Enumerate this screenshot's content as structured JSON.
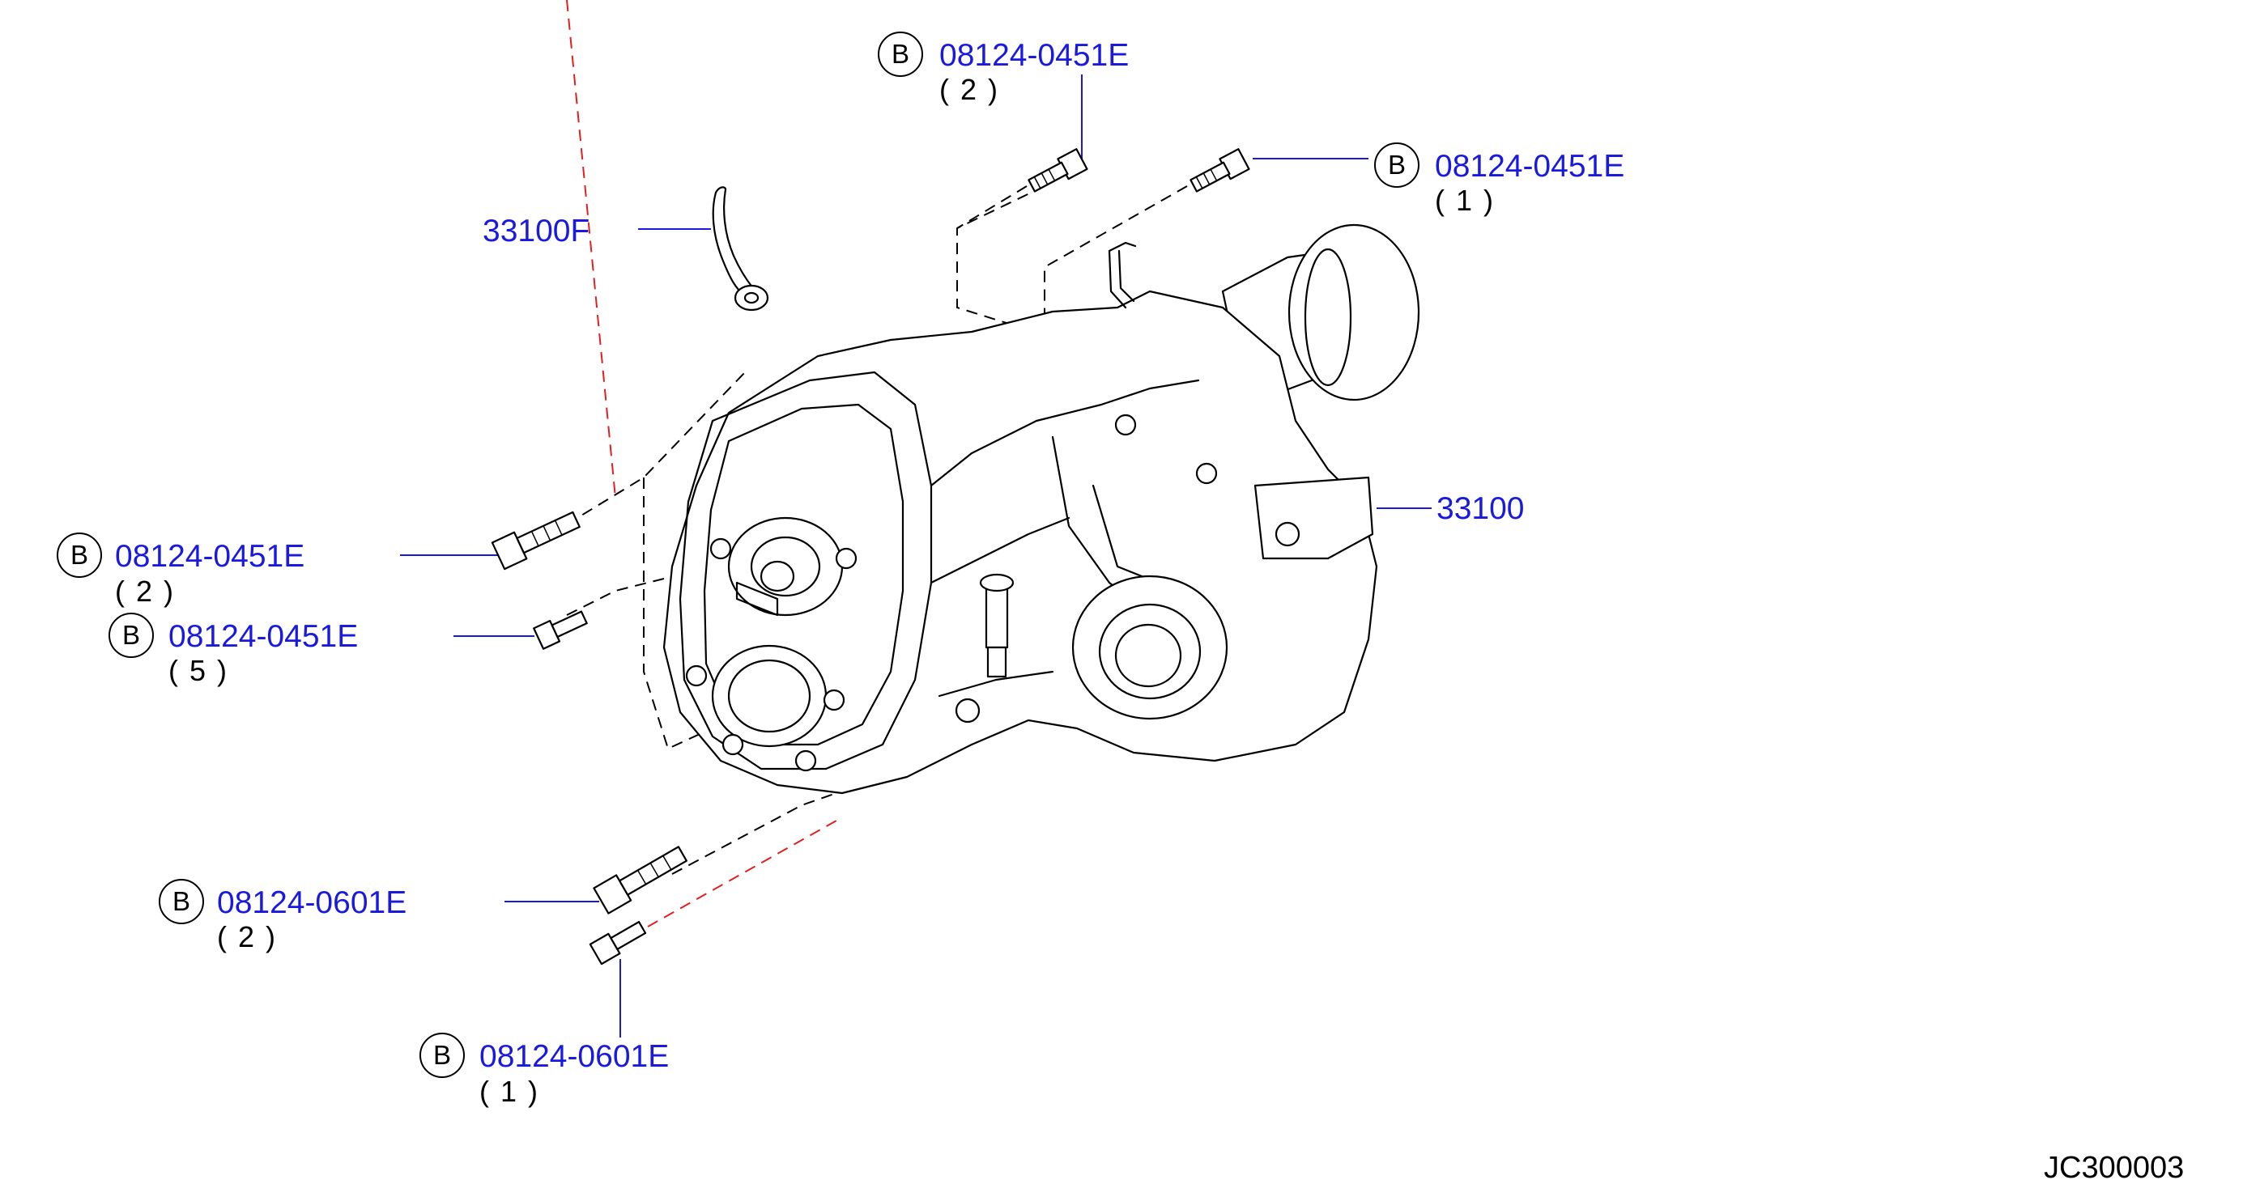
{
  "callouts": [
    {
      "badge": "B",
      "part": "08124-0451E",
      "qty": "( 2 )"
    },
    {
      "badge": "B",
      "part": "08124-0451E",
      "qty": "( 1 )"
    },
    {
      "badge": "B",
      "part": "08124-0451E",
      "qty": "( 2 )"
    },
    {
      "badge": "B",
      "part": "08124-0451E",
      "qty": "( 5 )"
    },
    {
      "badge": "B",
      "part": "08124-0601E",
      "qty": "( 2 )"
    },
    {
      "badge": "B",
      "part": "08124-0601E",
      "qty": "( 1 )"
    }
  ],
  "labels": {
    "bracket": "33100F",
    "transfer_assembly": "33100"
  },
  "diagram_code": "JC300003",
  "colors": {
    "part_number": "#1a1adf",
    "leader_line": "#1a1adf",
    "hidden_red_line": "#e02020",
    "line_art": "#000000"
  }
}
